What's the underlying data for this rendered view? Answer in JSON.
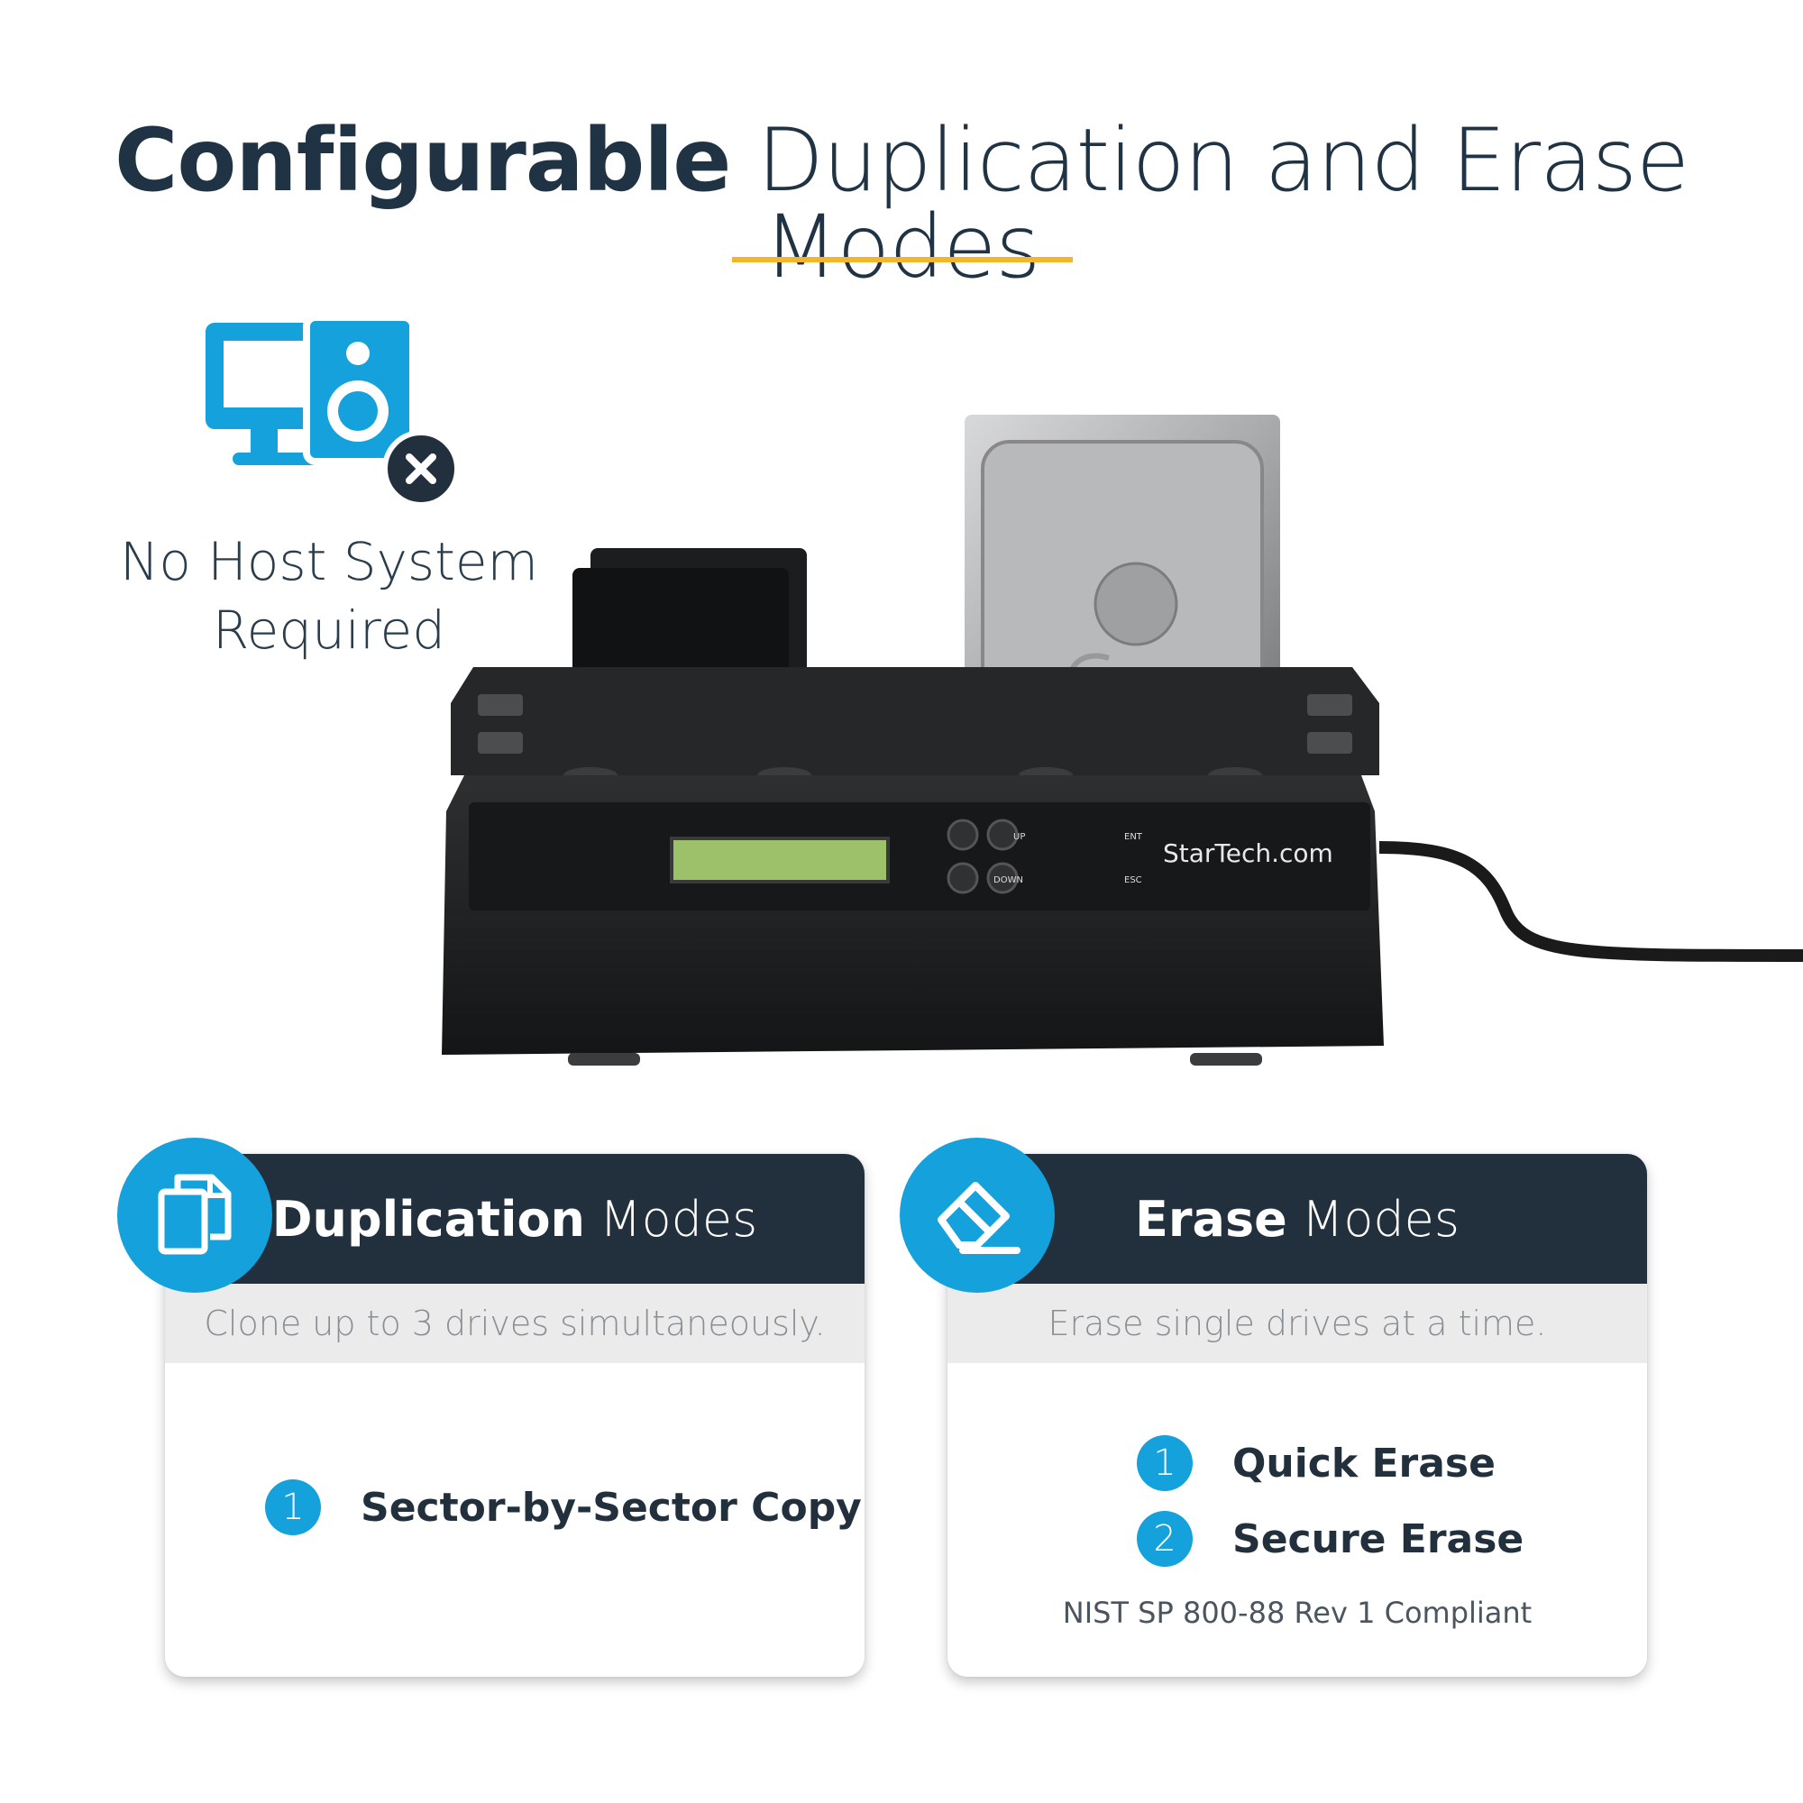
{
  "title": {
    "strong": "Configurable",
    "light": "Duplication and Erase Modes"
  },
  "host": {
    "line1": "No Host System",
    "line2": "Required",
    "icon": "computer-drive-no-host-icon"
  },
  "device": {
    "brand": "StarTech.com",
    "buttons": [
      "UP",
      "ENT",
      "DOWN",
      "ESC"
    ]
  },
  "colors": {
    "accent": "#14a1dc",
    "header": "#22303d",
    "underline": "#f4b52a"
  },
  "cards": {
    "duplication": {
      "icon": "copy-icon",
      "header_strong": "Duplication",
      "header_light": "Modes",
      "subtitle": "Clone up to 3 drives simultaneously.",
      "items": [
        {
          "num": "1",
          "label": "Sector-by-Sector Copy"
        }
      ]
    },
    "erase": {
      "icon": "eraser-icon",
      "header_strong": "Erase",
      "header_light": "Modes",
      "subtitle": "Erase single drives at a time.",
      "items": [
        {
          "num": "1",
          "label": "Quick Erase"
        },
        {
          "num": "2",
          "label": "Secure Erase"
        }
      ],
      "note": "NIST SP 800-88 Rev 1 Compliant"
    }
  }
}
